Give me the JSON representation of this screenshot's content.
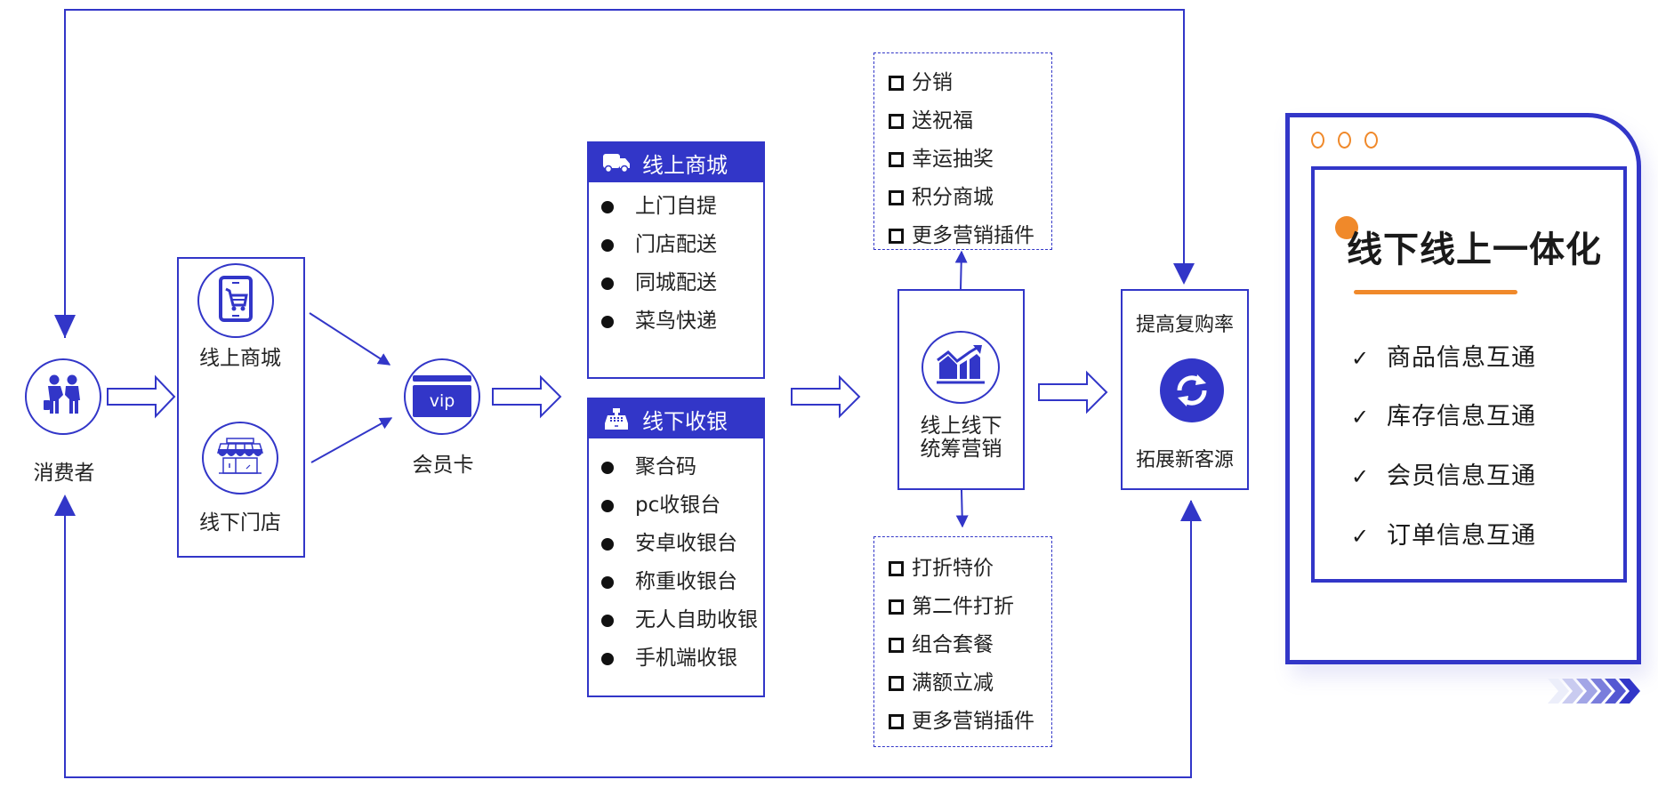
{
  "consumer": {
    "label": "消费者",
    "icon": "people-icon"
  },
  "channels": {
    "online": {
      "label": "线上商城",
      "icon": "tablet-cart-icon"
    },
    "offline": {
      "label": "线下门店",
      "icon": "storefront-icon"
    }
  },
  "member_card": {
    "label": "会员卡",
    "card_text": "vip"
  },
  "online_mall": {
    "title": "线上商城",
    "icon": "truck-icon",
    "items": [
      "上门自提",
      "门店配送",
      "同城配送",
      "菜鸟快递"
    ]
  },
  "offline_cashier": {
    "title": "线下收银",
    "icon": "cash-register-icon",
    "items": [
      "聚合码",
      "pc收银台",
      "安卓收银台",
      "称重收银台",
      "无人自助收银",
      "手机端收银"
    ]
  },
  "marketing": {
    "line1": "线上线下",
    "line2": "统筹营销",
    "icon": "growth-chart-icon",
    "top_plugins": [
      "分销",
      "送祝福",
      "幸运抽奖",
      "积分商城",
      "更多营销插件"
    ],
    "bottom_plugins": [
      "打折特价",
      "第二件打折",
      "组合套餐",
      "满额立减",
      "更多营销插件"
    ]
  },
  "outcome": {
    "top": "提高复购率",
    "bottom": "拓展新客源",
    "icon": "refresh-icon"
  },
  "summary_card": {
    "title": "线下线上一体化",
    "checks": [
      "商品信息互通",
      "库存信息互通",
      "会员信息互通",
      "订单信息互通"
    ],
    "check_glyph": "✓"
  },
  "colors": {
    "primary": "#3236c8",
    "accent": "#f0892a",
    "text": "#222222"
  }
}
